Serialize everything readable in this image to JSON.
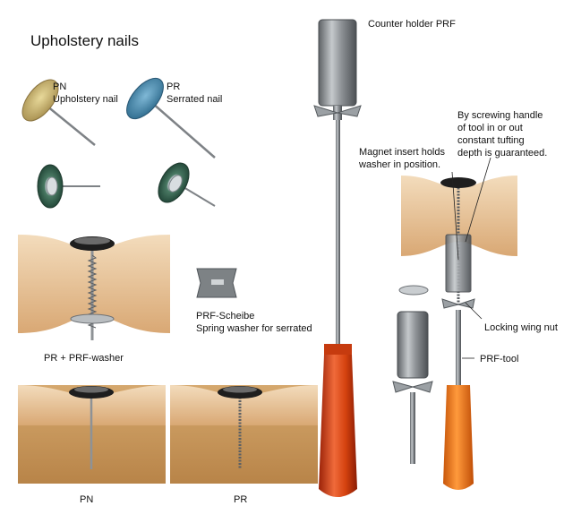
{
  "title": "Upholstery nails",
  "labels": {
    "pn_code": "PN",
    "pn_name": "Upholstery nail",
    "pr_code": "PR",
    "pr_name": "Serrated nail",
    "counter_holder": "Counter holder PRF",
    "screwing_l1": "By screwing handle",
    "screwing_l2": "of tool in or out",
    "screwing_l3": "constant tufting",
    "screwing_l4": "depth is guaranteed.",
    "magnet_l1": "Magnet insert holds",
    "magnet_l2": "washer in position.",
    "washer_code": "PRF-Scheibe",
    "washer_name": "Spring washer for serrated",
    "pr_washer": "PR + PRF-washer",
    "locking_nut": "Locking wing nut",
    "prf_tool": "PRF-tool",
    "bottom_pn": "PN",
    "bottom_pr": "PR"
  },
  "colors": {
    "handle": "#e0481a",
    "foam": "#e6c49b",
    "wood": "#c99a62",
    "metal": "#8f9397",
    "pn_head": "#cdbb7a",
    "pr_head": "#4f8fb3",
    "pr_ring": "#3c6e55"
  }
}
